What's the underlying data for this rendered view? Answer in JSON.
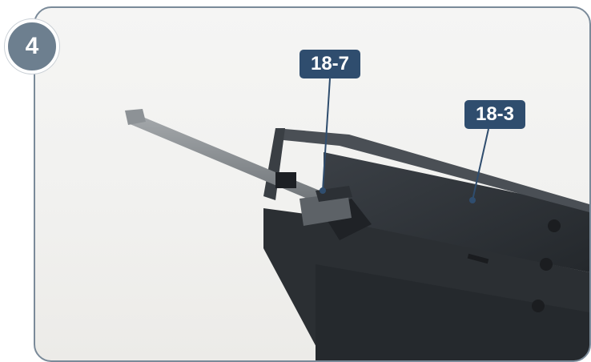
{
  "step": {
    "number": "4"
  },
  "labels": [
    {
      "text": "18-7"
    },
    {
      "text": "18-3"
    }
  ],
  "colors": {
    "badge": "#6d7f8f",
    "label_bg": "#2f4d6e",
    "frame": "#7a8a99",
    "part": "#2e3338"
  }
}
